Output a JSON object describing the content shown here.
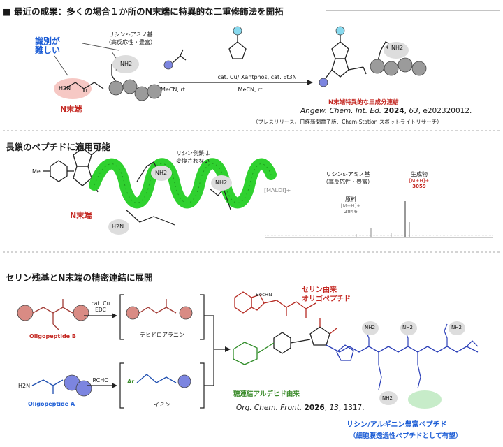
{
  "section1": {
    "title": "■ 最近の成果：多くの場合１か所のN末端に特異的な二重修飾法を開拓",
    "hard_to_distinguish": "識別が\n難しい",
    "lysine_group": "リシンε-アミノ基",
    "lysine_props": "（高反応性・豊富）",
    "n_terminus": "N末端",
    "nh2": "NH2",
    "h2n": "H2N",
    "subscript_4": "4",
    "reagents_top": "cat. Cu/ Xantphos, cat. Et3N",
    "reagents_left_below": "MeCN, rt",
    "reagents_right_below": "MeCN, rt",
    "product_caption": "N末端特異的な三成分連結",
    "citation_pre": "Angew. Chem. Int. Ed.",
    "citation_year": "2024",
    "citation_vol": "63",
    "citation_page": "e202320012.",
    "press": "（プレスリリース、日経新聞電子版、Chem-Station スポットライトリサーチ）"
  },
  "section2": {
    "title": "長鎖のペプチドに適用可能",
    "me": "Me",
    "n_terminus": "N末端",
    "side_chain_note": "リシン側鎖は\n変換されない",
    "maldi": "[MALDI]+",
    "lysine_group": "リシンε-アミノ基",
    "lysine_props": "（高反応性・豊富）",
    "product_label": "生成物",
    "product_ion": "[M+H]+",
    "product_mass": "3059",
    "start_label": "原料",
    "start_ion": "[M+H]+",
    "start_mass": "2846"
  },
  "section3": {
    "title": "セリン残基とN末端の精密連結に展開",
    "oligo_b": "Oligopeptide B",
    "oligo_a": "Oligopeptide A",
    "reagent_b_1": "cat. Cu",
    "reagent_b_2": "EDC",
    "reagent_a": "RCHO",
    "dha": "デヒドロアラニン",
    "imine": "イミン",
    "ar": "Ar",
    "bochn": "BocHN",
    "serine_origin": "セリン由来\nオリゴペプチド",
    "sugar_origin": "糖連結アルデヒド由来",
    "lys_arg": "リシン/アルギニン豊富ペプチド",
    "cell_permeable": "（細胞膜透過性ペプチドとして有望）",
    "citation_pre": "Org. Chem. Front.",
    "citation_year": "2026",
    "citation_vol": "13",
    "citation_page": "1317."
  },
  "colors": {
    "red": "#c42822",
    "blue": "#1f5fd6",
    "green": "#3c8c2c",
    "helix": "#2fd12f",
    "bead_gray": "#9b9b9b",
    "bead_salmon": "#d98b84",
    "bead_blue": "#7c85e0"
  }
}
